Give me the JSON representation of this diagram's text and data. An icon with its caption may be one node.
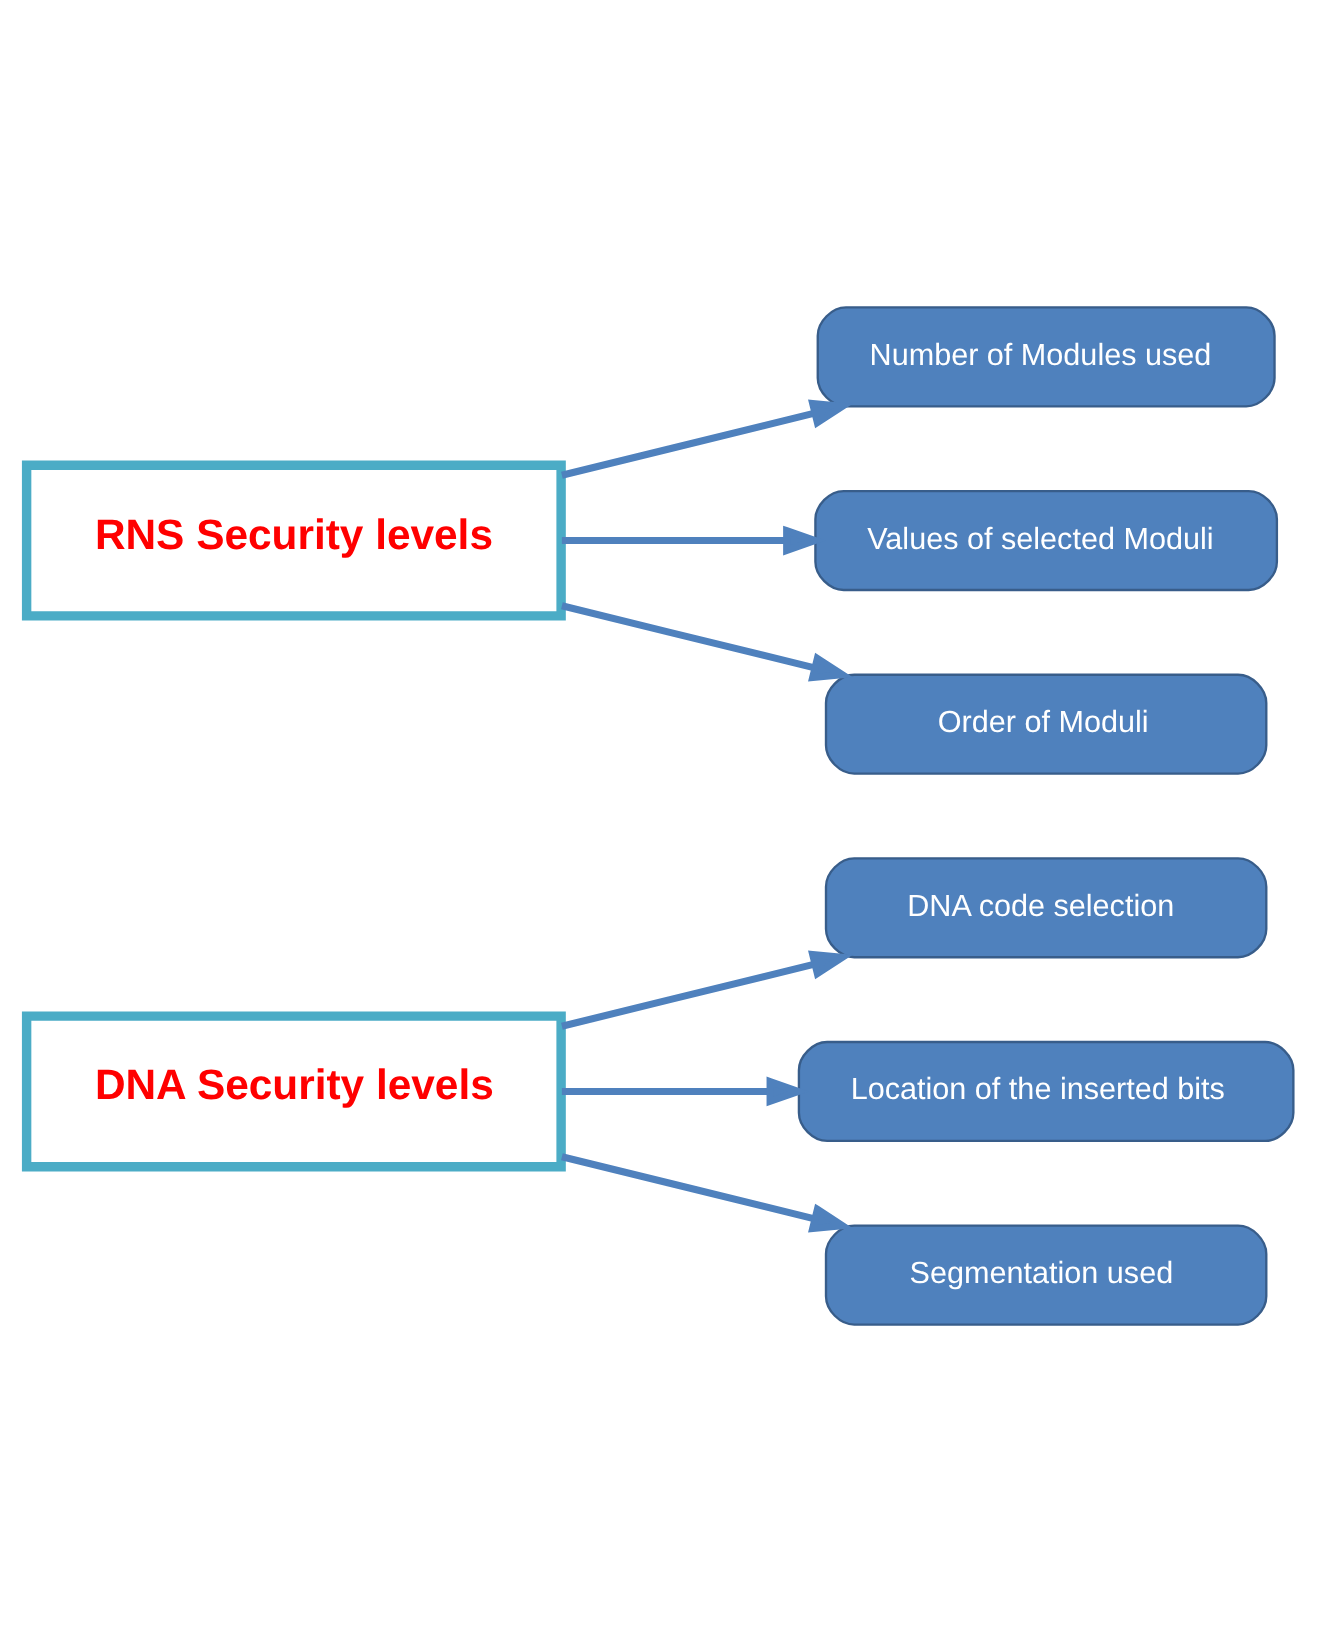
{
  "diagram": {
    "nodes": [
      {
        "text": [
          "RNS Security levels"
        ]
      },
      {
        "text": [
          "Number of Modules used"
        ]
      },
      {
        "text": [
          "Values of selected Moduli"
        ]
      },
      {
        "text": [
          "Order of Moduli"
        ]
      },
      {
        "text": [
          "DNA Security levels"
        ]
      },
      {
        "text": [
          "DNA code selection"
        ]
      },
      {
        "text": [
          "Location of the inserted bits"
        ]
      },
      {
        "text": [
          "Segmentation used"
        ]
      }
    ],
    "edges": [
      {
        "from": 0,
        "to": 1,
        "arrow": "to"
      },
      {
        "from": 0,
        "to": 2,
        "arrow": "to"
      },
      {
        "from": 0,
        "to": 3,
        "arrow": "to"
      },
      {
        "from": 4,
        "to": 5,
        "arrow": "to"
      },
      {
        "from": 4,
        "to": 6,
        "arrow": "to"
      },
      {
        "from": 4,
        "to": 7,
        "arrow": "to"
      }
    ]
  }
}
